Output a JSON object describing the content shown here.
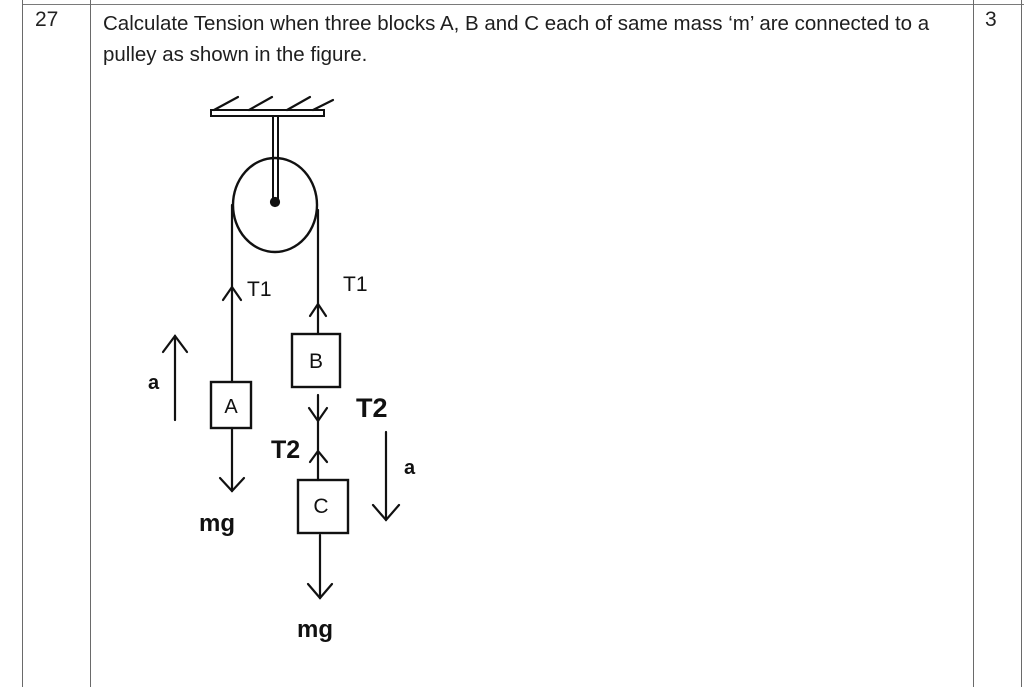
{
  "question": {
    "number": "27",
    "text": "Calculate Tension when three blocks A, B and C each of same mass ‘m’ are connected to a pulley as shown in the figure.",
    "marks": "3"
  },
  "figure": {
    "blocks": {
      "a": "A",
      "b": "B",
      "c": "C"
    },
    "labels": {
      "t1_left": "T1",
      "t1_right": "T1",
      "t2_right": "T2",
      "t2_middle": "T2",
      "accel_left": "a",
      "accel_right": "a",
      "weight_a": "mg",
      "weight_c": "mg"
    },
    "stroke_color": "#111111"
  }
}
